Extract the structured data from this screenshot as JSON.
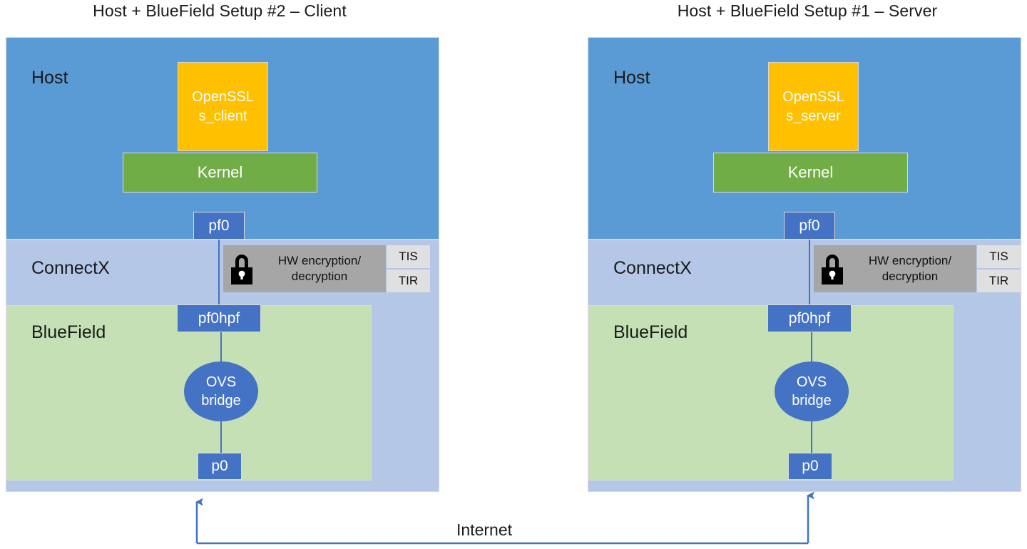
{
  "diagram": {
    "title_left": "Host + BlueField Setup #2 – Client",
    "title_right": "Host + BlueField Setup #1 – Server",
    "internet_label": "Internet",
    "colors": {
      "host_layer": "#5B9BD5",
      "connectx_layer": "#B4C7E7",
      "bluefield_layer": "#C5E0B4",
      "app_box": "#FFC000",
      "kernel_box": "#70AD47",
      "port_chip": "#4472C4",
      "crypto_body": "#A6A6A6",
      "ti_box": "#E0E0E0",
      "connector_line": "#4472C4"
    }
  },
  "panels": [
    {
      "id": "client",
      "title": "Host + BlueField Setup #2 – Client",
      "layers": {
        "host": "Host",
        "connectx": "ConnectX",
        "bluefield": "BlueField"
      },
      "app": {
        "line1": "OpenSSL",
        "line2": "s_client"
      },
      "kernel": "Kernel",
      "ports": {
        "pf0": "pf0",
        "pf0hpf": "pf0hpf",
        "p0": "p0"
      },
      "ovs": {
        "line1": "OVS",
        "line2": "bridge"
      },
      "crypto": {
        "line1": "HW encryption/",
        "line2": "decryption",
        "icon": "lock-icon",
        "tis": "TIS",
        "tir": "TIR"
      }
    },
    {
      "id": "server",
      "title": "Host + BlueField Setup #1 – Server",
      "layers": {
        "host": "Host",
        "connectx": "ConnectX",
        "bluefield": "BlueField"
      },
      "app": {
        "line1": "OpenSSL",
        "line2": "s_server"
      },
      "kernel": "Kernel",
      "ports": {
        "pf0": "pf0",
        "pf0hpf": "pf0hpf",
        "p0": "p0"
      },
      "ovs": {
        "line1": "OVS",
        "line2": "bridge"
      },
      "crypto": {
        "line1": "HW encryption/",
        "line2": "decryption",
        "icon": "lock-icon",
        "tis": "TIS",
        "tir": "TIR"
      }
    }
  ]
}
